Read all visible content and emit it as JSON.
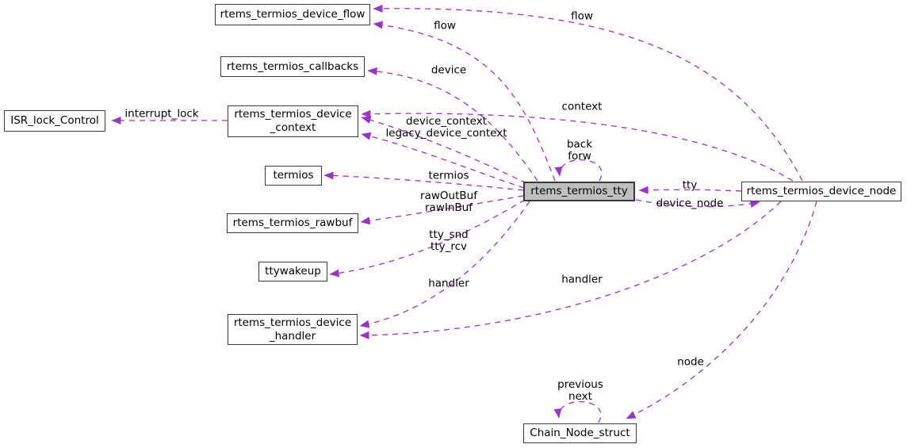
{
  "diagram": {
    "kind": "collaboration-graph",
    "colors": {
      "edge": "#9a32cd",
      "node_border": "#3a3a3a",
      "node_fill": "#ffffff",
      "highlight_fill": "#bfbfbf",
      "text": "#000000"
    }
  },
  "nodes": [
    {
      "id": "rtems_termios_device_flow",
      "label": "rtems_termios_device_flow",
      "highlighted": false
    },
    {
      "id": "rtems_termios_callbacks",
      "label": "rtems_termios_callbacks",
      "highlighted": false
    },
    {
      "id": "ISR_lock_Control",
      "label": "ISR_lock_Control",
      "highlighted": false
    },
    {
      "id": "rtems_termios_device_context",
      "label": "rtems_termios_device\n_context",
      "highlighted": false
    },
    {
      "id": "termios",
      "label": "termios",
      "highlighted": false
    },
    {
      "id": "rtems_termios_rawbuf",
      "label": "rtems_termios_rawbuf",
      "highlighted": false
    },
    {
      "id": "ttywakeup",
      "label": "ttywakeup",
      "highlighted": false
    },
    {
      "id": "rtems_termios_device_handler",
      "label": "rtems_termios_device\n_handler",
      "highlighted": false
    },
    {
      "id": "rtems_termios_tty",
      "label": "rtems_termios_tty",
      "highlighted": true
    },
    {
      "id": "rtems_termios_device_node",
      "label": "rtems_termios_device_node",
      "highlighted": false
    },
    {
      "id": "Chain_Node_struct",
      "label": "Chain_Node_struct",
      "highlighted": false
    }
  ],
  "edge_labels": [
    {
      "text": "flow"
    },
    {
      "text": "flow"
    },
    {
      "text": "device"
    },
    {
      "text": "context"
    },
    {
      "text": "interrupt_lock"
    },
    {
      "text": "device_context\nlegacy_device_context"
    },
    {
      "text": "back\nforw"
    },
    {
      "text": "termios"
    },
    {
      "text": "rawOutBuf\nrawInBuf"
    },
    {
      "text": "tty"
    },
    {
      "text": "device_node"
    },
    {
      "text": "tty_snd\ntty_rcv"
    },
    {
      "text": "handler"
    },
    {
      "text": "handler"
    },
    {
      "text": "node"
    },
    {
      "text": "previous\nnext"
    }
  ]
}
